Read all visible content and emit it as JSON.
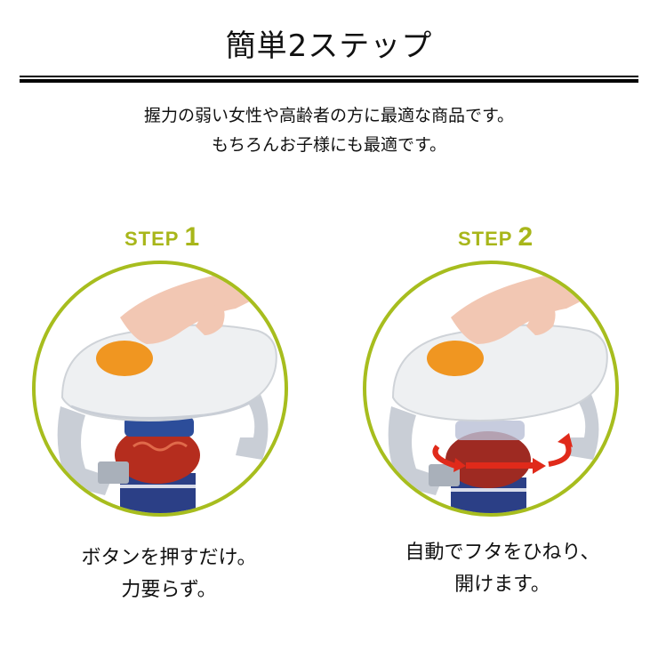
{
  "header": {
    "title": "簡単2ステップ"
  },
  "intro": {
    "line1": "握力の弱い女性や高齢者の方に最適な商品です。",
    "line2": "もちろんお子様にも最適です。"
  },
  "steps": [
    {
      "word": "STEP",
      "number": "1",
      "image_icon": "jar-opener-press-button-illustration",
      "caption_line1": "ボタンを押すだけ。",
      "caption_line2": "力要らず。"
    },
    {
      "word": "STEP",
      "number": "2",
      "image_icon": "jar-opener-rotating-lid-illustration",
      "caption_line1": "自動でフタをひねり、",
      "caption_line2": "開けます。"
    }
  ],
  "colors": {
    "accent": "#a8b61a",
    "circle_border": "#a7bd1e",
    "button_orange": "#f08c0a",
    "arrow_red": "#e02a1a",
    "text": "#111111"
  }
}
